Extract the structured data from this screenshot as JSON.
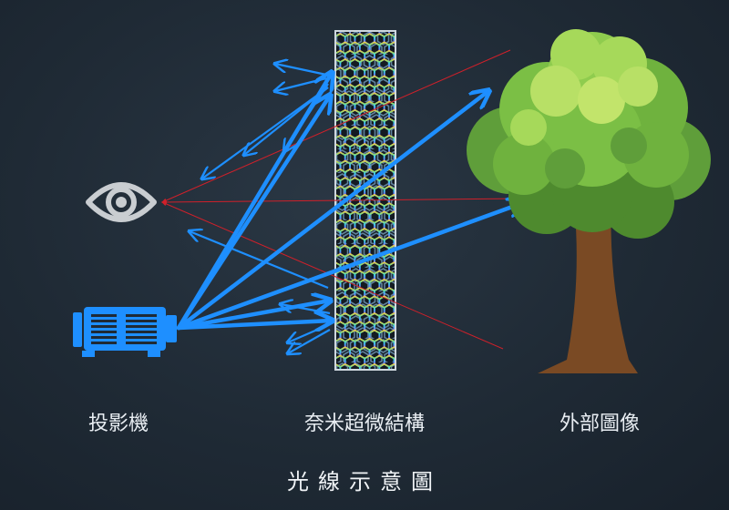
{
  "labels": {
    "projector": "投影機",
    "nanostructure": "奈米超微結構",
    "external_image": "外部圖像"
  },
  "title": "光線示意圖",
  "icons": {
    "viewer": "eye-icon",
    "source": "projector-icon",
    "scene": "tree-icon"
  },
  "colors": {
    "projected_ray": "#1e8fff",
    "external_ray": "#d0202a",
    "background": "#1f2a35"
  }
}
